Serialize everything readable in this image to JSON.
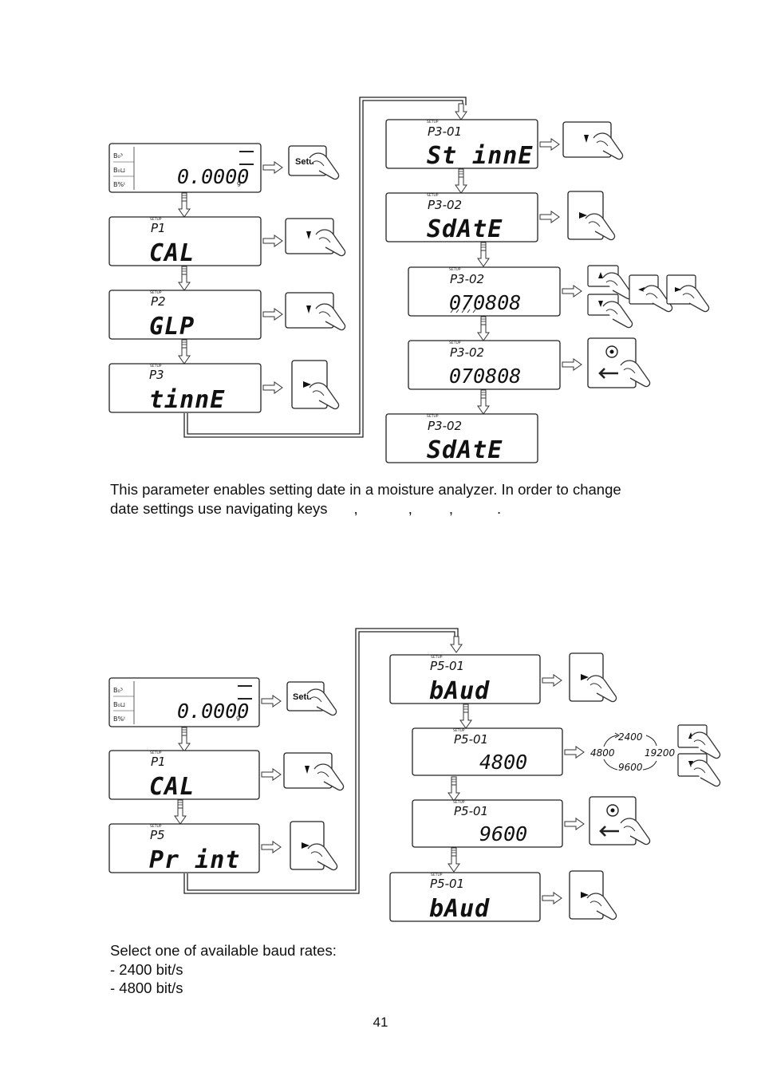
{
  "diagram1": {
    "weigh_value": "0.0000",
    "weigh_unit": "g",
    "setup_label": "SETUP",
    "setup_key": "Setu",
    "p1_code": "P1",
    "p1_text": "CAL",
    "p2_code": "P2",
    "p2_text": "GLP",
    "p3_code": "P3",
    "p3_text": "tinnE",
    "p301_code": "P3-01",
    "p301_text": "St innE",
    "p302_code": "P3-02",
    "p302_text": "SdAtE",
    "p302_edit_value": "070808",
    "p302_set_value": "070808",
    "p302_final_text": "SdAtE"
  },
  "paragraph": {
    "line1": "This parameter enables setting date in a moisture analyzer. In order to change",
    "line2_start": "date settings use navigating keys",
    "sep1": ",",
    "sep2": ",",
    "sep3": ",",
    "end": "."
  },
  "diagram2": {
    "weigh_value": "0.0000",
    "weigh_unit": "g",
    "setup_label": "SETUP",
    "setup_key": "Setu",
    "p1_code": "P1",
    "p1_text": "CAL",
    "p5_code": "P5",
    "p5_text": "Pr int",
    "p501_code": "P5-01",
    "p501_text": "bAud",
    "p501_value1": "4800",
    "p501_value2": "9600",
    "p501_final_text": "bAud",
    "baud_2400": "2400",
    "baud_4800": "4800",
    "baud_19200": "19200",
    "baud_9600": "9600"
  },
  "baud_section": {
    "intro": "Select one of available baud rates:",
    "opt1": "- 2400 bit/s",
    "opt2": "- 4800 bit/s"
  },
  "page_number": "41"
}
